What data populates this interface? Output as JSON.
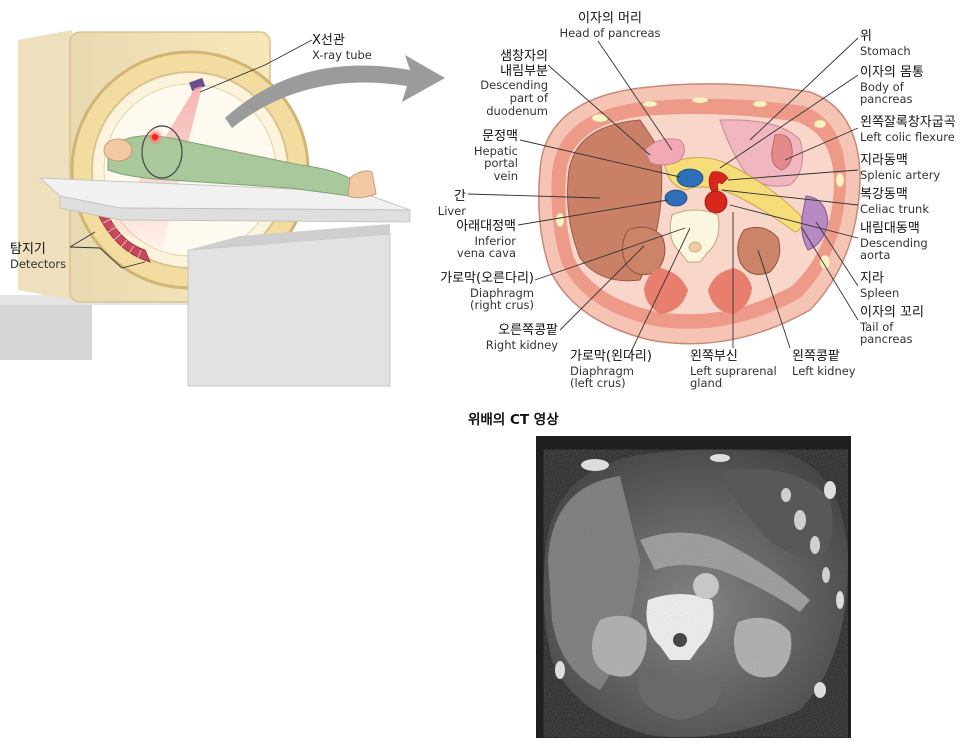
{
  "scanner": {
    "xray_tube": {
      "ko": "X선관",
      "en": "X-ray tube"
    },
    "detectors": {
      "ko": "탐지기",
      "en": "Detectors"
    }
  },
  "anatomy": {
    "head_of_pancreas": {
      "ko": "이자의 머리",
      "en": "Head of pancreas"
    },
    "descending_duodenum": {
      "ko": [
        "샘창자의",
        "내림부분"
      ],
      "en": [
        "Descending",
        "part of",
        "duodenum"
      ]
    },
    "hepatic_portal_vein": {
      "ko": "문정맥",
      "en": [
        "Hepatic",
        "portal",
        "vein"
      ]
    },
    "liver": {
      "ko": "간",
      "en": "Liver"
    },
    "inferior_vena_cava": {
      "ko": "아래대정맥",
      "en": [
        "Inferior",
        "vena cava"
      ]
    },
    "diaphragm_right": {
      "ko": "가로막(오른다리)",
      "en": [
        "Diaphragm",
        "(right crus)"
      ]
    },
    "right_kidney": {
      "ko": "오른쪽콩팥",
      "en": "Right kidney"
    },
    "diaphragm_left": {
      "ko": "가로막(왼다리)",
      "en": [
        "Diaphragm",
        "(left crus)"
      ]
    },
    "left_suprarenal": {
      "ko": "왼쪽부신",
      "en": [
        "Left suprarenal",
        "gland"
      ]
    },
    "left_kidney": {
      "ko": "왼쪽콩팥",
      "en": "Left kidney"
    },
    "stomach": {
      "ko": "위",
      "en": "Stomach"
    },
    "body_of_pancreas": {
      "ko": "이자의 몸통",
      "en": [
        "Body of",
        "pancreas"
      ]
    },
    "left_colic_flexure": {
      "ko": "왼쪽잘록창자굽곡",
      "en": "Left colic flexure"
    },
    "splenic_artery": {
      "ko": "지라동맥",
      "en": "Splenic artery"
    },
    "celiac_trunk": {
      "ko": "복강동맥",
      "en": "Celiac trunk"
    },
    "descending_aorta": {
      "ko": "내림대동맥",
      "en": [
        "Descending",
        "aorta"
      ]
    },
    "spleen": {
      "ko": "지라",
      "en": "Spleen"
    },
    "tail_of_pancreas": {
      "ko": "이자의 꼬리",
      "en": [
        "Tail of",
        "pancreas"
      ]
    }
  },
  "ct_caption": "위배의 CT 영상",
  "colors": {
    "scanner": "#f7e4b3",
    "body_wall": "#f0a393",
    "muscle": "#e9806f",
    "liver": "#c98066",
    "aorta": "#d9261c",
    "vein": "#2f6fb7",
    "pancreas": "#f6dd7a",
    "bone": "#fbf6df",
    "spleen": "#b88ac4"
  }
}
